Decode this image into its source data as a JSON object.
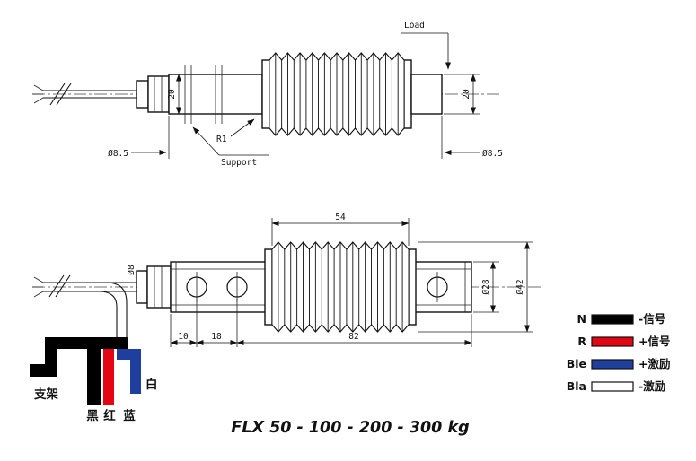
{
  "title": "FLX 50 - 100 - 200 - 300 kg",
  "top_view": {
    "load": "Load",
    "support": "Support",
    "fillet": "R1",
    "cable_dia_left": "Ø8.5",
    "cable_dia_right": "Ø8.5",
    "height_left": "20",
    "height_right": "20"
  },
  "bottom_view": {
    "bellows_length": "54",
    "body_length": "82",
    "hole_offset": "10",
    "hole_pitch": "18",
    "cable_dia": "Ø8",
    "body_dia": "Ø28",
    "bellows_dia": "Ø42"
  },
  "wiring": {
    "bracket": "支架",
    "black": "黑",
    "red": "红",
    "blue": "蓝",
    "white": "白"
  },
  "legend": {
    "items": [
      {
        "code": "N",
        "color": "#000000",
        "desc": "-信号"
      },
      {
        "code": "R",
        "color": "#e30613",
        "desc": "+信号"
      },
      {
        "code": "Ble",
        "color": "#1e3f9e",
        "desc": "+激励"
      },
      {
        "code": "Bla",
        "color": "#ffffff",
        "desc": "-激励"
      }
    ]
  }
}
